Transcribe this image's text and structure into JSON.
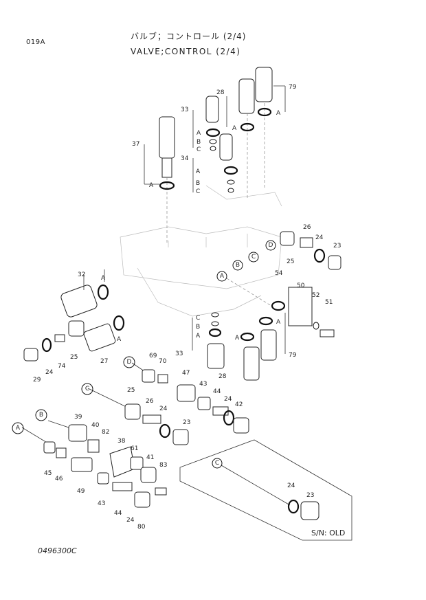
{
  "header": {
    "code": "019A",
    "title_jp": "バルブ；コントロール (2/4)",
    "title_en": "VALVE;CONTROL (2/4)"
  },
  "footer": {
    "doc_number": "0496300C",
    "sn_note": "S/N: OLD"
  },
  "callouts": {
    "top": [
      "79",
      "28",
      "33",
      "37",
      "34"
    ],
    "refs": [
      "A",
      "B",
      "C",
      "D"
    ],
    "right": [
      "26",
      "24",
      "23",
      "25",
      "54",
      "50",
      "52",
      "51",
      "79",
      "28",
      "33"
    ],
    "left": [
      "32",
      "25",
      "27",
      "29",
      "24",
      "74"
    ],
    "bottom": [
      "69",
      "70",
      "47",
      "43",
      "44",
      "24",
      "42",
      "25",
      "26",
      "24",
      "23",
      "39",
      "40",
      "82",
      "38",
      "61",
      "41",
      "83",
      "45",
      "46",
      "49",
      "43",
      "44",
      "24",
      "80"
    ],
    "inset": [
      "24",
      "23"
    ]
  }
}
